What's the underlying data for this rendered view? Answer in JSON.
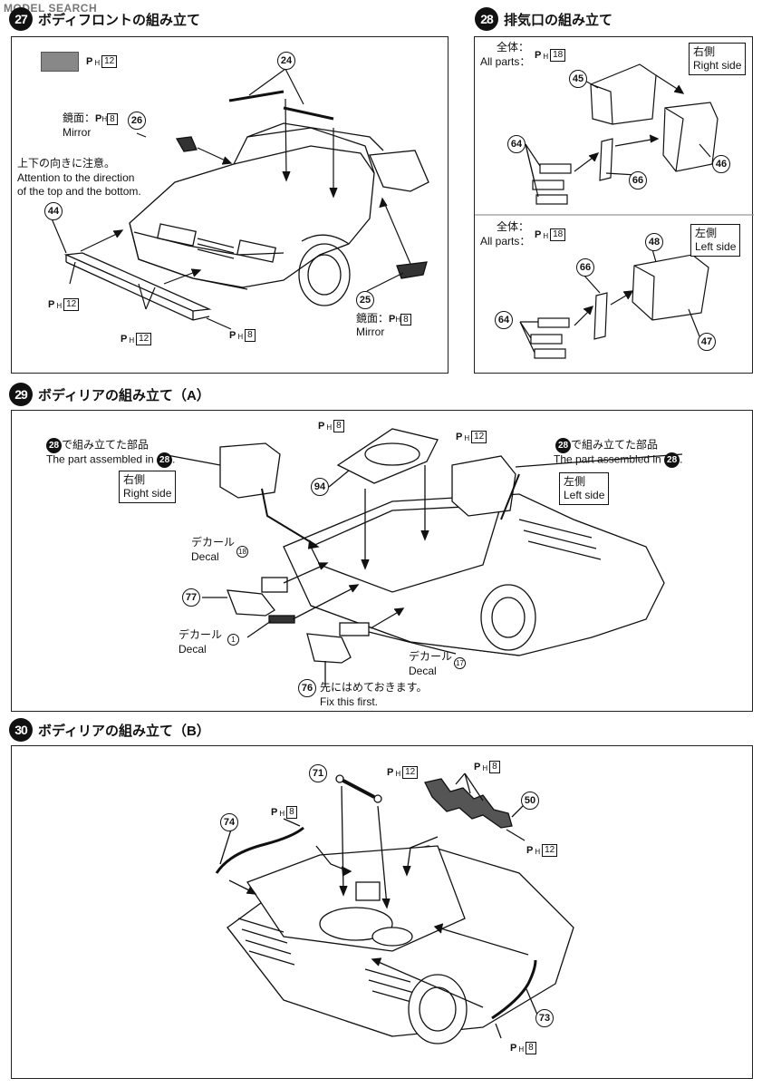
{
  "watermark": "MODEL SEARCH",
  "s27": {
    "num": "27",
    "title": "ボディフロントの組み立て",
    "paint_code": "12",
    "part24": "24",
    "mirror_l_jp": "鏡面：",
    "mirror_l_code": "8",
    "mirror_l_en": "Mirror",
    "part26": "26",
    "note_jp": "上下の向きに注意。",
    "note_en1": "Attention to the direction",
    "note_en2": "of the top and the bottom.",
    "part44": "44",
    "ph12a": "12",
    "ph12b": "12",
    "ph8": "8",
    "part25": "25",
    "mirror_r_jp": "鏡面：",
    "mirror_r_code": "8",
    "mirror_r_en": "Mirror"
  },
  "s28": {
    "num": "28",
    "title": "排気口の組み立て",
    "allparts_jp": "全体：",
    "allparts_en": "All parts：",
    "code": "18",
    "right_jp": "右側",
    "right_en": "Right side",
    "left_jp": "左側",
    "left_en": "Left side",
    "p45": "45",
    "p46": "46",
    "p64": "64",
    "p66": "66",
    "p48": "48",
    "p47": "47",
    "p64b": "64",
    "p66b": "66"
  },
  "s29": {
    "num": "29",
    "title": "ボディリアの組み立て（A）",
    "assembled_jp_suffix": "で組み立てた部品",
    "assembled_en": "The part assembled in",
    "ref": "28",
    "right_jp": "右側",
    "right_en": "Right side",
    "left_jp": "左側",
    "left_en": "Left side",
    "ph8": "8",
    "ph12": "12",
    "p94": "94",
    "decal_jp": "デカール",
    "decal_en": "Decal",
    "d18": "18",
    "d1": "1",
    "d17": "17",
    "p77": "77",
    "p76": "76",
    "fix_jp": "先にはめておきます。",
    "fix_en": "Fix this first."
  },
  "s30": {
    "num": "30",
    "title": "ボディリアの組み立て（B）",
    "p71": "71",
    "ph12a": "12",
    "ph8a": "8",
    "p50": "50",
    "ph12b": "12",
    "p74": "74",
    "ph8b": "8",
    "p73": "73",
    "ph8c": "8"
  }
}
